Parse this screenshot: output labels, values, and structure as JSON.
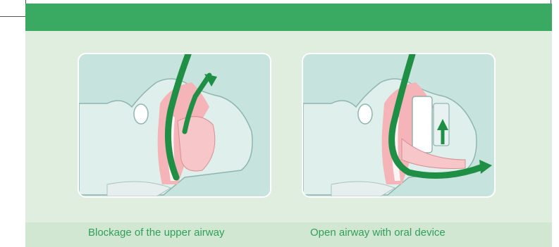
{
  "captions": {
    "left": "Blockage of the upper airway",
    "right": "Open airway with oral device"
  },
  "colors": {
    "band": "#3aaa62",
    "panel": "#dfeede",
    "caption_strip": "#d2e7d2",
    "caption_text": "#2ea05a",
    "airflow": "#1f8f45",
    "tissue": "#f4b4b8",
    "skin": "#d4ebe6"
  },
  "illustrations": {
    "left": "airway-blocked-cross-section",
    "right": "airway-open-with-oral-device"
  }
}
